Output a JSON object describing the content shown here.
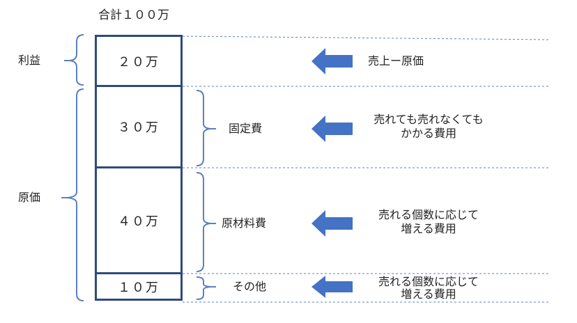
{
  "total_label": "合計１００万",
  "groups": {
    "profit": "利益",
    "cost": "原価"
  },
  "segments": [
    {
      "key": "profit",
      "value": "２０万"
    },
    {
      "key": "fixed",
      "value": "３０万"
    },
    {
      "key": "material",
      "value": "４０万"
    },
    {
      "key": "other",
      "value": "１０万"
    }
  ],
  "categories": {
    "fixed": "固定費",
    "material": "原材料費",
    "other": "その他"
  },
  "descriptions": {
    "profit": "売上ー原価",
    "fixed_line1": "売れても売れなくても",
    "fixed_line2": "かかる費用",
    "material_line1": "売れる個数に応じて",
    "material_line2": "増える費用",
    "other_line1": "売れる個数に応じて",
    "other_line2": "増える費用"
  },
  "colors": {
    "box_border": "#2e4a7d",
    "bracket": "#5b7fc0",
    "dashed_line": "#5b7fc0",
    "arrow": "#4472c4"
  }
}
